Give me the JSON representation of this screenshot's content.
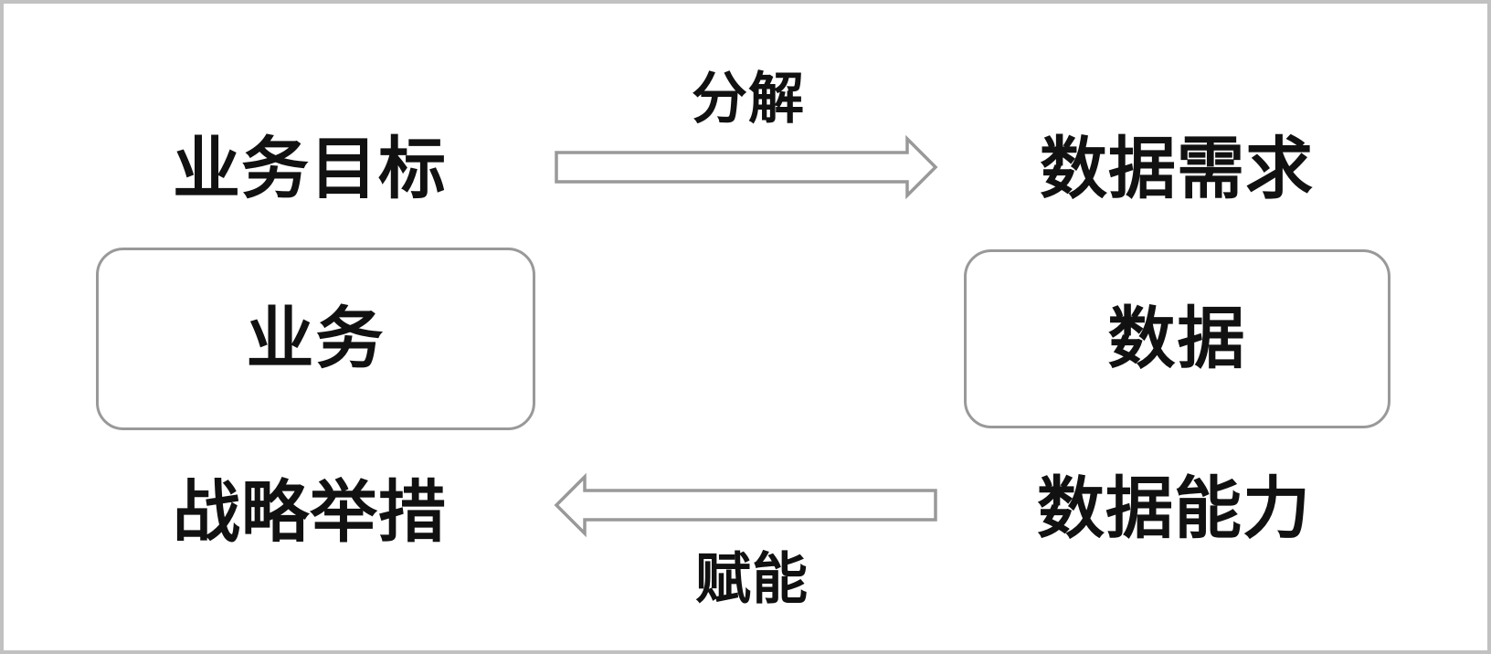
{
  "colors": {
    "background": "#ffffff",
    "frame": "#c1c1c1",
    "outline": "#999999",
    "text": "#111111"
  },
  "diagram": {
    "type": "flow-loop",
    "nodes": [
      {
        "id": "business",
        "label": "业务"
      },
      {
        "id": "data",
        "label": "数据"
      }
    ],
    "side_labels": {
      "business_goal": "业务目标",
      "data_requirement": "数据需求",
      "strategic_initiative": "战略举措",
      "data_capability": "数据能力"
    },
    "edges": [
      {
        "from": "business_goal",
        "to": "data_requirement",
        "label": "分解",
        "direction": "right",
        "style": "hollow-block-arrow"
      },
      {
        "from": "data_capability",
        "to": "strategic_initiative",
        "label": "赋能",
        "direction": "left",
        "style": "hollow-block-arrow"
      }
    ]
  }
}
